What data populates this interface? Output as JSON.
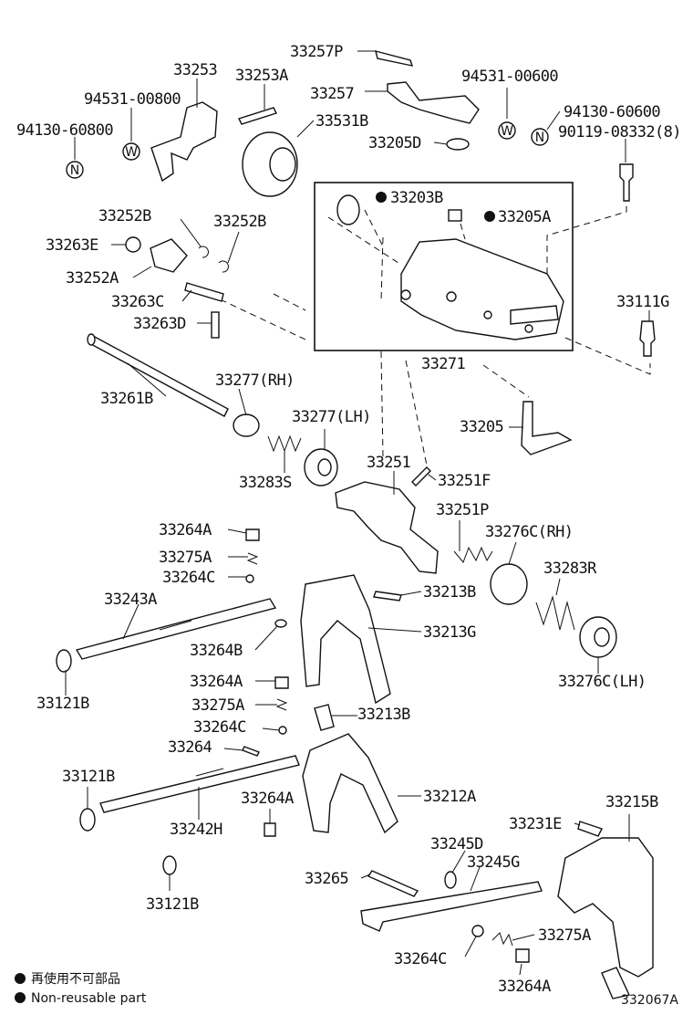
{
  "parts": {
    "p33257P": "33257P",
    "p94531_00600": "94531-00600",
    "p33253": "33253",
    "p33253A": "33253A",
    "p33257": "33257",
    "p94531_00800": "94531-00800",
    "p33531B": "33531B",
    "p94130_60600": "94130-60600",
    "p94130_60800": "94130-60800",
    "p33205D": "33205D",
    "p90119_08332": "90119-08332(8)",
    "p33203B": "33203B",
    "p33252B_a": "33252B",
    "p33252B_b": "33252B",
    "p33205A": "33205A",
    "p33263E": "33263E",
    "p33252A": "33252A",
    "p33263C": "33263C",
    "p33111G": "33111G",
    "p33263D": "33263D",
    "p33271": "33271",
    "p33277RH": "33277(RH)",
    "p33261B": "33261B",
    "p33277LH": "33277(LH)",
    "p33205": "33205",
    "p33251": "33251",
    "p33283S": "33283S",
    "p33251F": "33251F",
    "p33251P": "33251P",
    "p33264A_a": "33264A",
    "p33276CRH": "33276C(RH)",
    "p33275A_a": "33275A",
    "p33264C_a": "33264C",
    "p33283R": "33283R",
    "p33243A": "33243A",
    "p33213B_a": "33213B",
    "p33264B": "33264B",
    "p33213G": "33213G",
    "p33121B_a": "33121B",
    "p33276CLH": "33276C(LH)",
    "p33264A_b": "33264A",
    "p33275A_b": "33275A",
    "p33213B_b": "33213B",
    "p33264C_b": "33264C",
    "p33264": "33264",
    "p33121B_b": "33121B",
    "p33264A_c": "33264A",
    "p33212A": "33212A",
    "p33215B": "33215B",
    "p33231E": "33231E",
    "p33242H": "33242H",
    "p33245D": "33245D",
    "p33245G": "33245G",
    "p33265": "33265",
    "p33121B_c": "33121B",
    "p33275A_c": "33275A",
    "p33264C_c": "33264C",
    "p33264A_d": "33264A"
  },
  "symbols": {
    "n_mark": "N",
    "w_mark": "W"
  },
  "legend": {
    "jp_text": "再使用不可部品",
    "en_text": "Non-reusable part"
  },
  "figure_id": "332067A"
}
